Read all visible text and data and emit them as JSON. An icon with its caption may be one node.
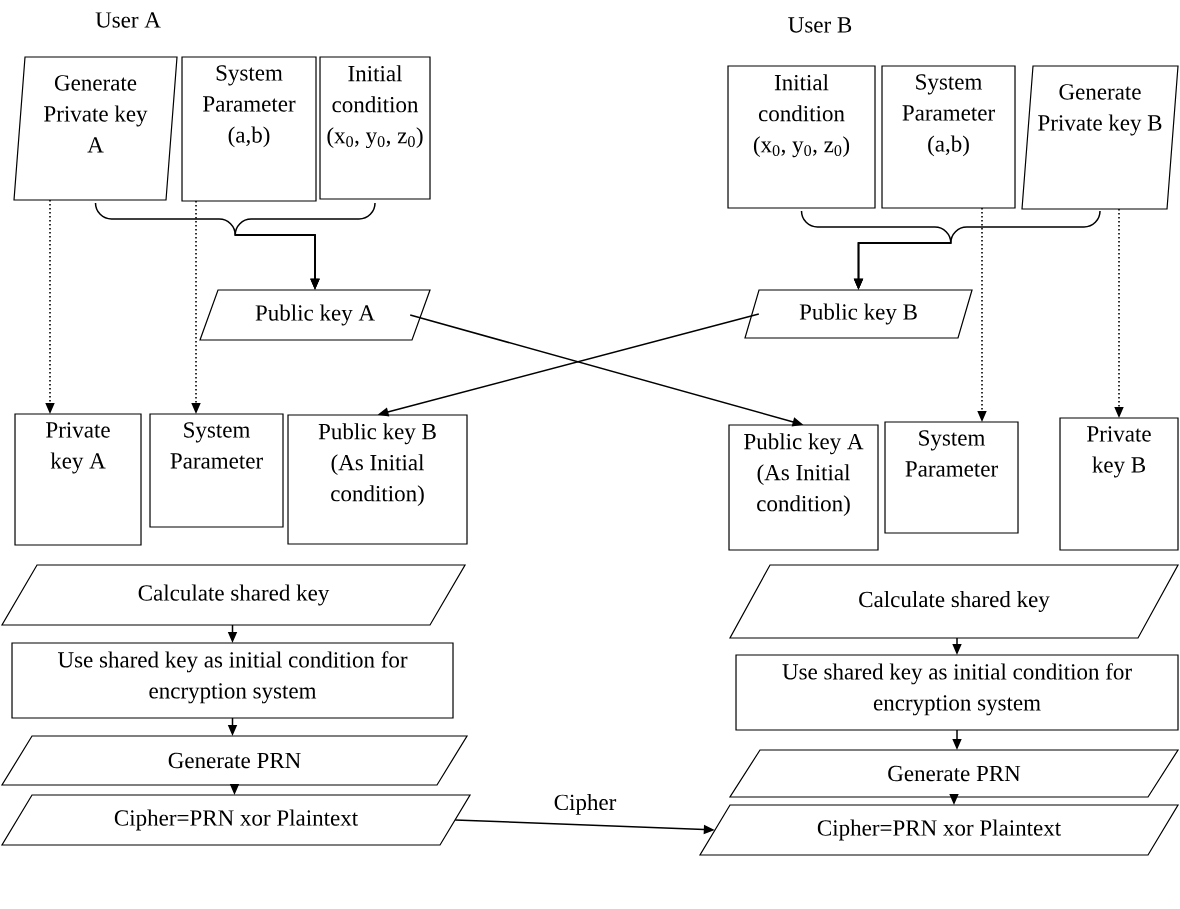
{
  "diagram": {
    "nodes": [
      {
        "text": [
          "Generate Private key A"
        ]
      },
      {
        "text": [
          "System Parameter (a,b)"
        ]
      },
      {
        "text": [
          "Initial condition (x$_{0}$, y$_{0}$, z$_{0}$)"
        ]
      },
      {
        "text": [
          "Initial condition (x$_{0}$, y$_{0}$, z$_{0}$)"
        ]
      },
      {
        "text": [
          "System Parameter (a,b)"
        ]
      },
      {
        "text": [
          "Generate Private key B"
        ]
      },
      {
        "text": [
          "Public key A"
        ]
      },
      {
        "text": [
          "Public key B"
        ]
      },
      {
        "text": [
          "Private key A"
        ]
      },
      {
        "text": [
          "System Parameter"
        ]
      },
      {
        "text": [
          "Public key B (As Initial condition)"
        ]
      },
      {
        "text": [
          "Public key A (As Initial condition)"
        ]
      },
      {
        "text": [
          "System Parameter"
        ]
      },
      {
        "text": [
          "Private key B"
        ]
      },
      {
        "text": [
          "Calculate shared key"
        ]
      },
      {
        "text": [
          "Use shared key as initial condition for encryption system"
        ]
      },
      {
        "text": [
          "Generate PRN"
        ]
      },
      {
        "text": [
          "Cipher=PRN xor Plaintext"
        ]
      },
      {
        "text": [
          "Calculate shared key"
        ]
      },
      {
        "text": [
          "Use shared key as initial condition for encryption system"
        ]
      },
      {
        "text": [
          "Generate PRN"
        ]
      },
      {
        "text": [
          "Cipher=PRN xor Plaintext"
        ]
      }
    ],
    "edges": [
      {
        "from": 0,
        "to": 6,
        "arrow": "to"
      },
      {
        "from": 1,
        "to": 6,
        "arrow": "to"
      },
      {
        "from": 2,
        "to": 6,
        "arrow": "to"
      },
      {
        "from": 3,
        "to": 7,
        "arrow": "to"
      },
      {
        "from": 4,
        "to": 7,
        "arrow": "to"
      },
      {
        "from": 5,
        "to": 7,
        "arrow": "to"
      },
      {
        "from": 0,
        "to": 8,
        "arrow": "to",
        "style": "dashed"
      },
      {
        "from": 1,
        "to": 9,
        "arrow": "to",
        "style": "dashed"
      },
      {
        "from": 4,
        "to": 12,
        "arrow": "to",
        "style": "dashed"
      },
      {
        "from": 5,
        "to": 13,
        "arrow": "to",
        "style": "dashed"
      },
      {
        "from": 6,
        "to": 11,
        "arrow": "to"
      },
      {
        "from": 7,
        "to": 10,
        "arrow": "to"
      },
      {
        "from": 14,
        "to": 15,
        "arrow": "to"
      },
      {
        "from": 15,
        "to": 16,
        "arrow": "to"
      },
      {
        "from": 16,
        "to": 17,
        "arrow": "to"
      },
      {
        "from": 18,
        "to": 19,
        "arrow": "to"
      },
      {
        "from": 19,
        "to": 20,
        "arrow": "to"
      },
      {
        "from": 20,
        "to": 21,
        "arrow": "to"
      },
      {
        "from": 17,
        "to": 21,
        "arrow": "to",
        "label": "Cipher"
      }
    ],
    "labels": [
      "User A",
      "User B"
    ]
  }
}
